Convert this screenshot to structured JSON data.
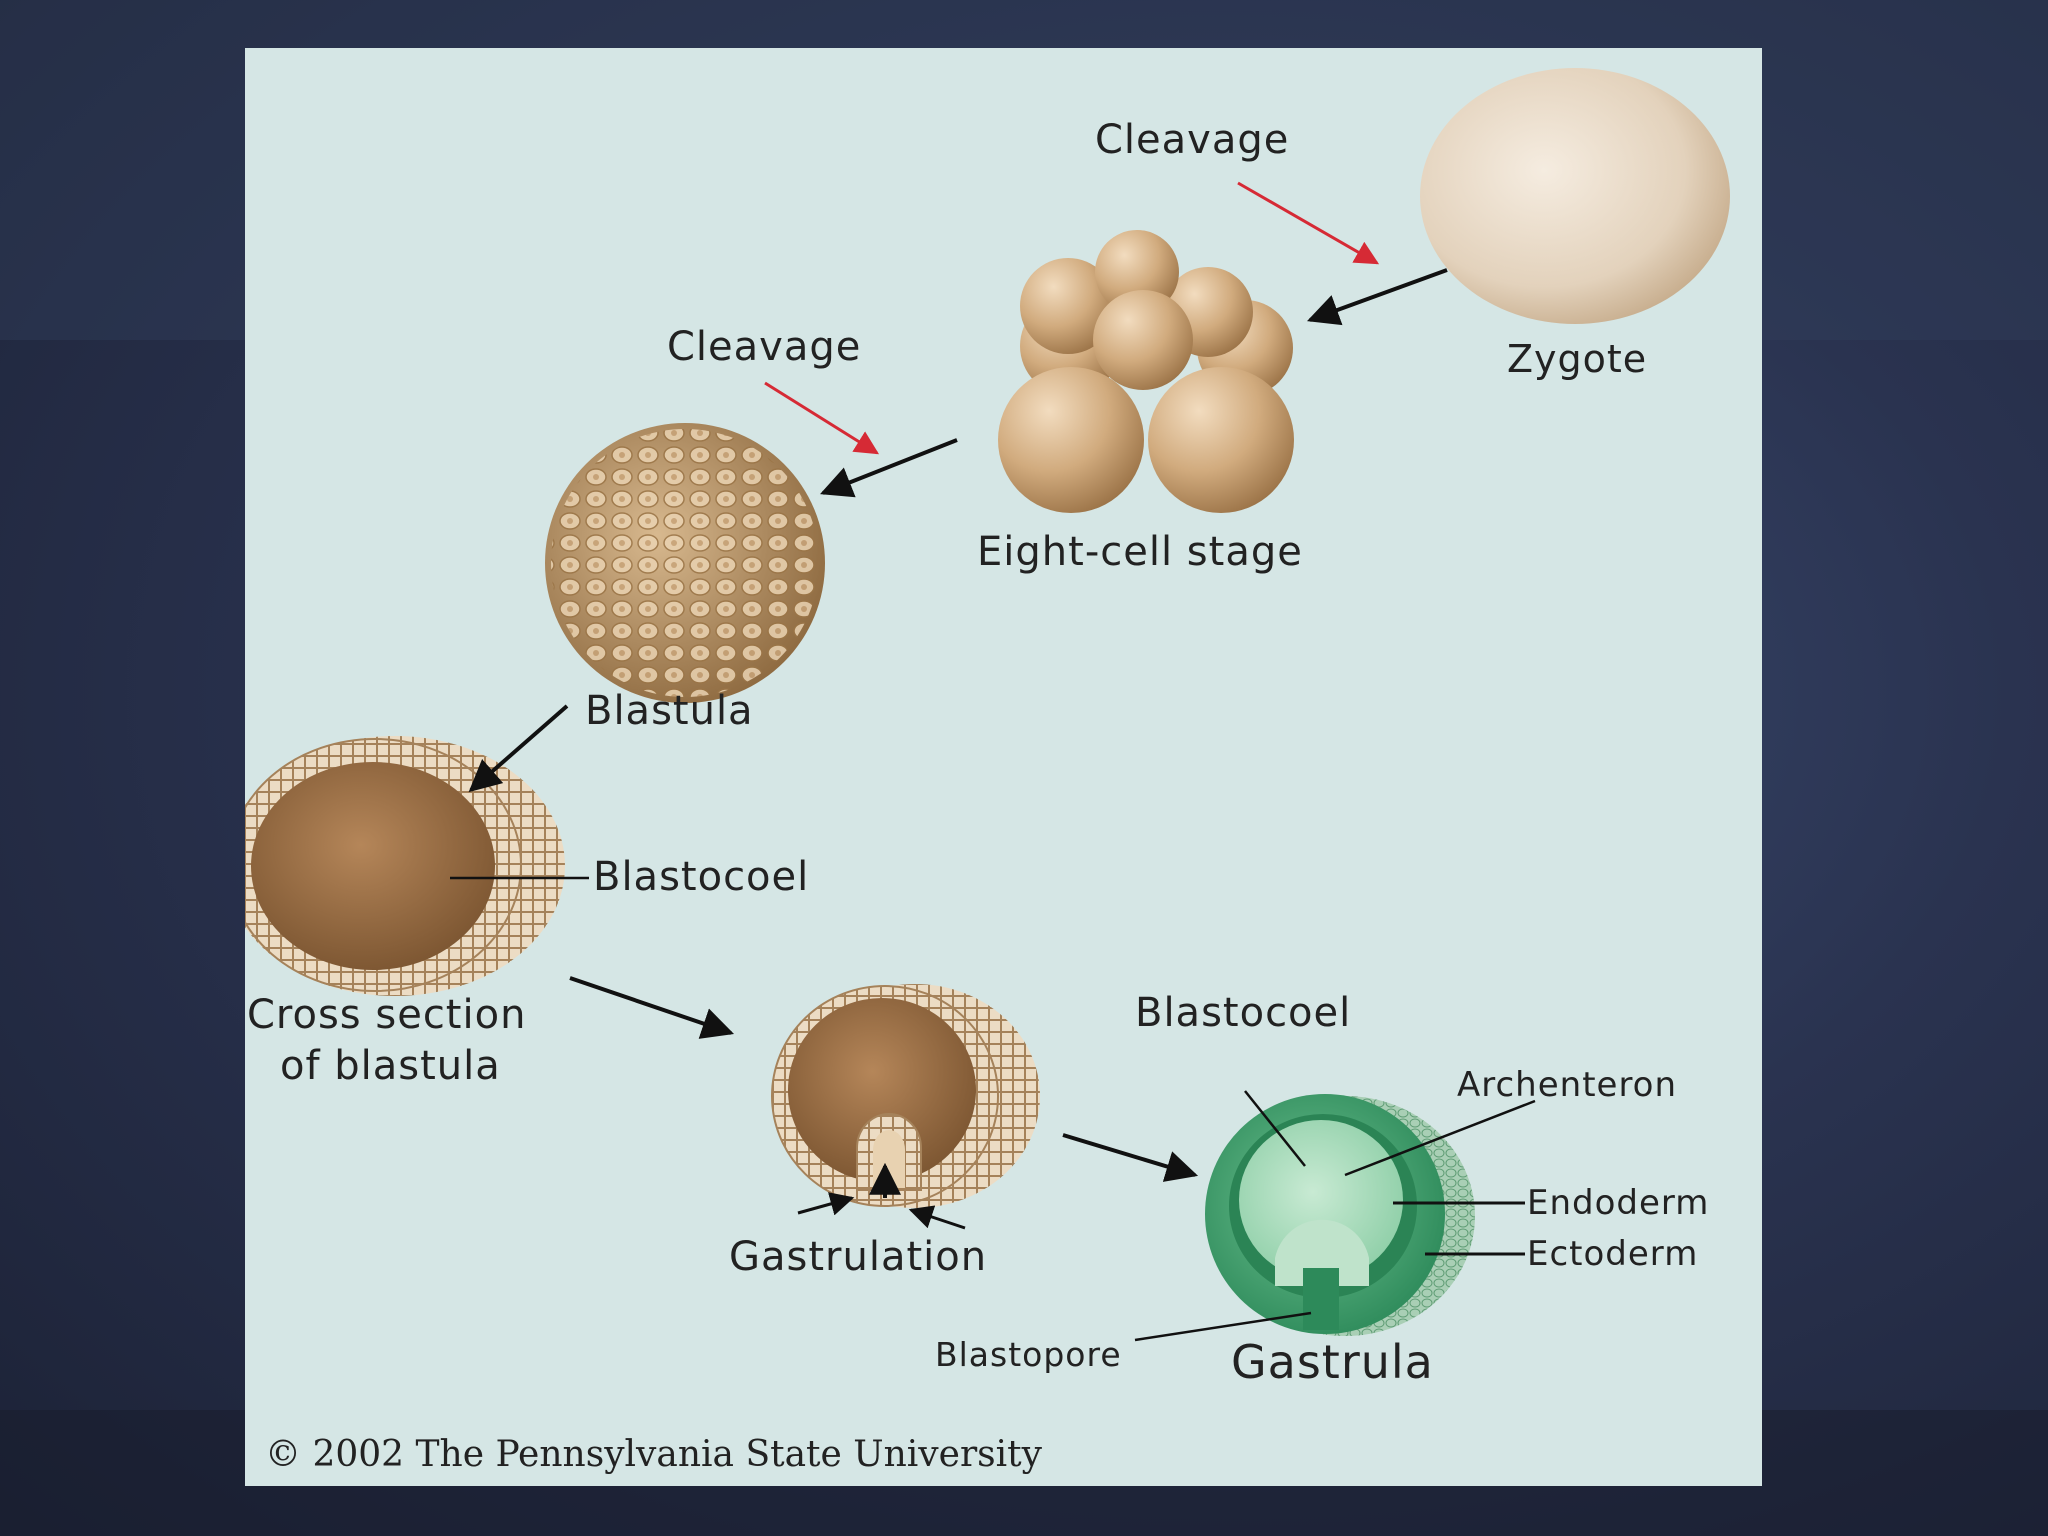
{
  "labels": {
    "cleavage_top": "Cleavage",
    "zygote": "Zygote",
    "cleavage_mid": "Cleavage",
    "eight_cell": "Eight-cell stage",
    "blastula": "Blastula",
    "blastocoel_left": "Blastocoel",
    "cross_section_line1": "Cross section",
    "cross_section_line2": "of blastula",
    "gastrulation": "Gastrulation",
    "blastocoel_right": "Blastocoel",
    "archenteron": "Archenteron",
    "endoderm": "Endoderm",
    "ectoderm": "Ectoderm",
    "blastopore": "Blastopore",
    "gastrula": "Gastrula"
  },
  "copyright": "© 2002 The Pennsylvania State University",
  "colors": {
    "panel_bg": "#d5e6e5",
    "cleavage_arrow": "#d62a35",
    "flow_arrow": "#111111",
    "cell_tan": "#c9a57a",
    "gastrula_green": "#2f9e66"
  }
}
